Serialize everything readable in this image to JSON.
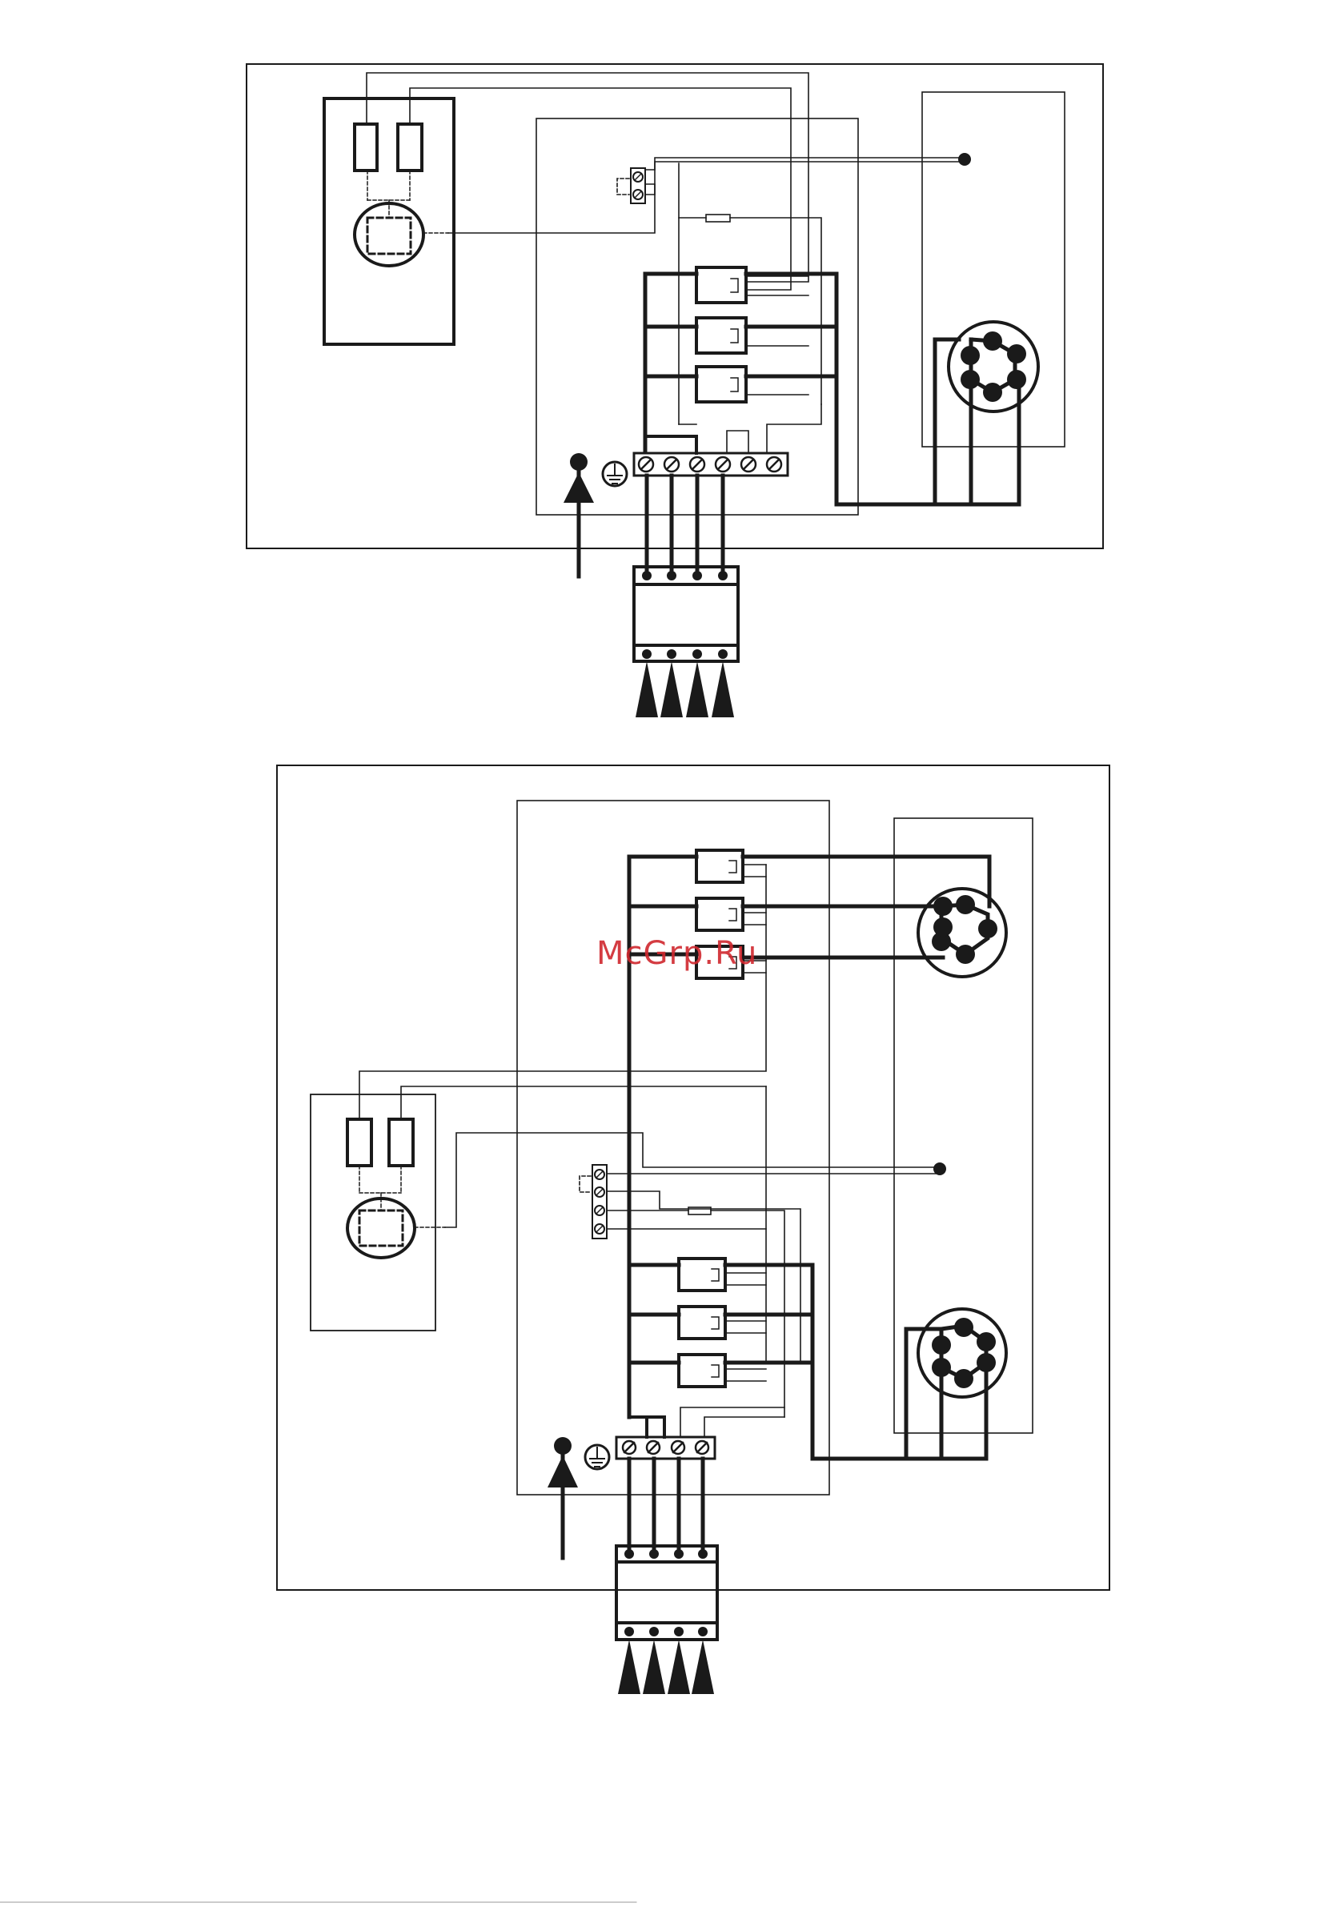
{
  "page": {
    "watermark": "McGrp.Ru",
    "colors": {
      "ink": "#1a1a1a",
      "watermark": "#d0282e",
      "background": "#ffffff"
    }
  },
  "diagrams": [
    {
      "name": "wiring-diagram-top",
      "relays": 3,
      "terminal_screws": 6,
      "supply_arrows": 4,
      "heating_coil": "hexagon-6-node"
    },
    {
      "name": "wiring-diagram-bottom",
      "relays": 6,
      "terminal_screws": 4,
      "supply_arrows": 4,
      "heating_coils": 2
    }
  ],
  "icons": [
    "earth-ground-icon",
    "sensor-probe-icon",
    "heating-element-icon",
    "contactor-icon",
    "fuse-icon",
    "thermostat-icon"
  ]
}
